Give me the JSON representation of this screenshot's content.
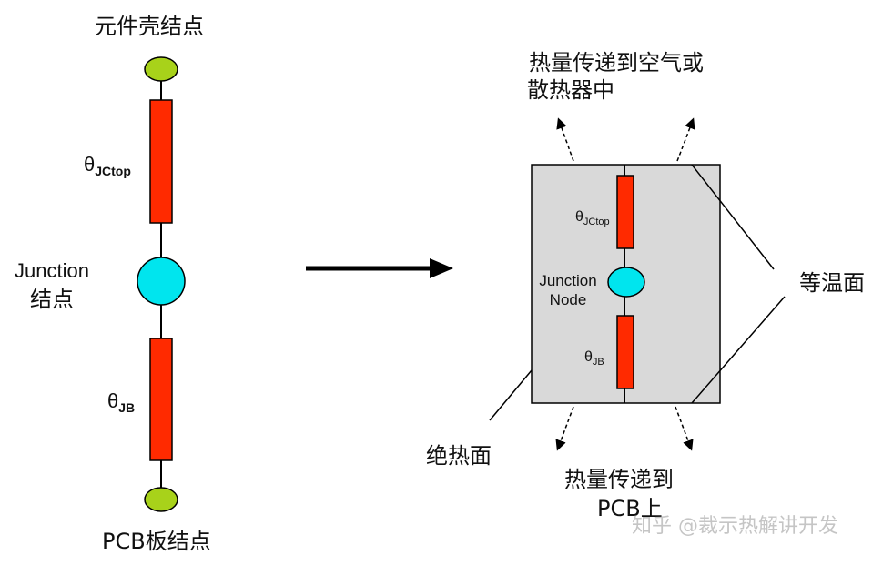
{
  "left_diagram": {
    "top_node_label": "元件壳结点",
    "theta_top_symbol": "θ",
    "theta_top_sub": "JCtop",
    "junction_label_en": "Junction",
    "junction_label_cn": "结点",
    "theta_bottom_symbol": "θ",
    "theta_bottom_sub": "JB",
    "bottom_node_label": "PCB板结点"
  },
  "right_diagram": {
    "heat_top_line1": "热量传递到空气或",
    "heat_top_line2": "散热器中",
    "theta_top_symbol": "θ",
    "theta_top_sub": "JCtop",
    "junction_line1": "Junction",
    "junction_line2": "Node",
    "theta_bottom_symbol": "θ",
    "theta_bottom_sub": "JB",
    "isotherm_label": "等温面",
    "adiabatic_label": "绝热面",
    "heat_bottom_line1": "热量传递到",
    "heat_bottom_line2": "PCB上"
  },
  "watermark": "知乎 @裁示热解讲开发",
  "colors": {
    "resistor_fill": "#ff2a00",
    "junction_fill": "#00e5ee",
    "end_node_fill": "#a8d21a",
    "box_fill": "#d9d9d9",
    "line": "#000000"
  }
}
